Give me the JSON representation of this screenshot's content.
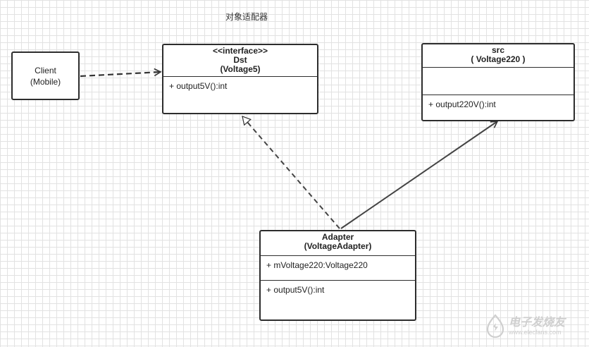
{
  "caption": "对象适配器",
  "client": {
    "line1": "Client",
    "line2": "(Mobile)"
  },
  "dst": {
    "stereotype": "<<interface>>",
    "name": "Dst",
    "subname": "(Voltage5)",
    "method": "+ output5V():int"
  },
  "src": {
    "name": "src",
    "subname": "( Voltage220 )",
    "method": "+ output220V():int"
  },
  "adapter": {
    "name": "Adapter",
    "subname": "(VoltageAdapter)",
    "field": "+ mVoltage220:Voltage220",
    "method": "+ output5V():int"
  },
  "watermark": {
    "text": "电子发烧友",
    "url": "www.elecfans.com"
  }
}
